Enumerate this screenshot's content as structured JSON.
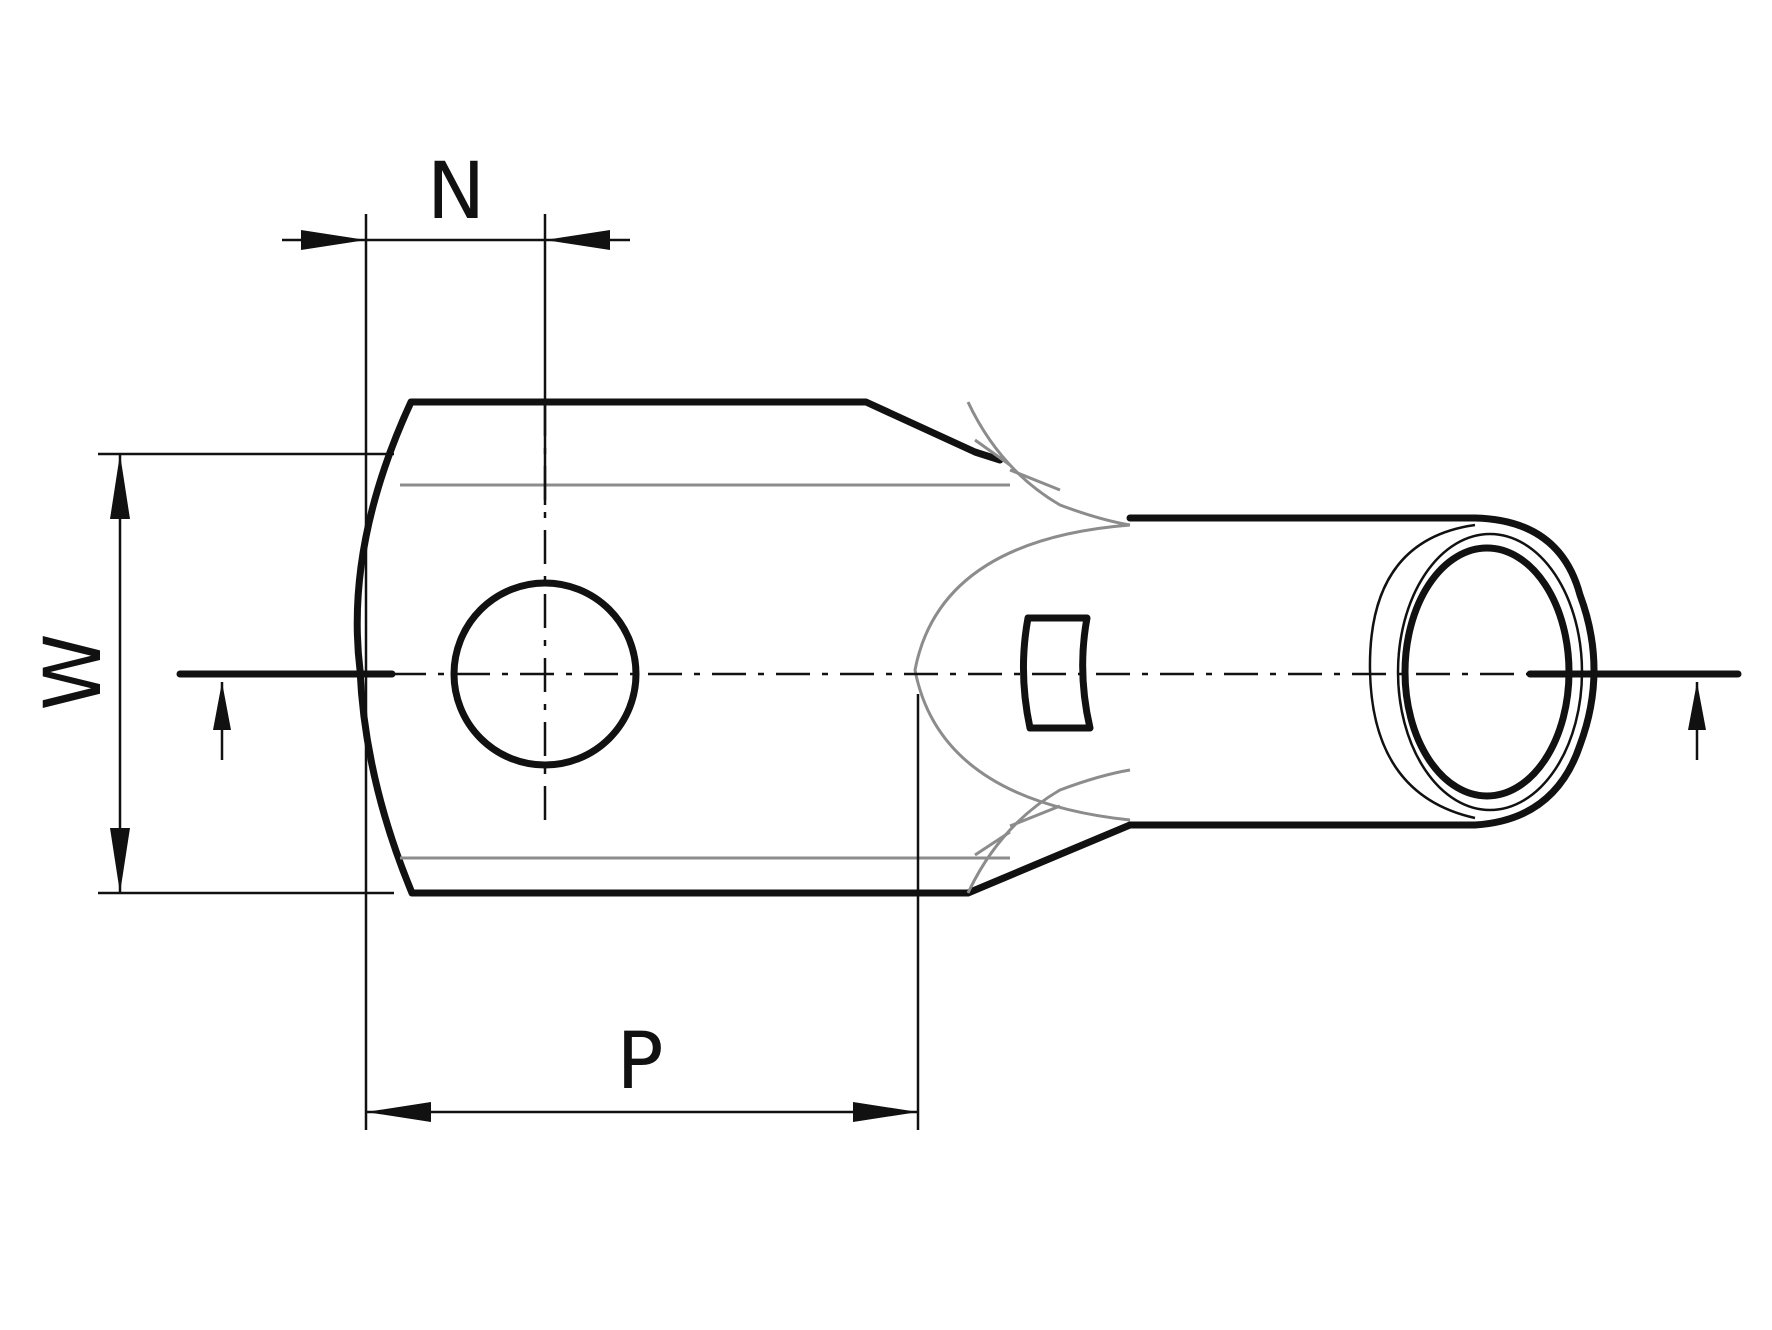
{
  "dimensions": {
    "N": "N",
    "W": "W",
    "P": "P"
  }
}
